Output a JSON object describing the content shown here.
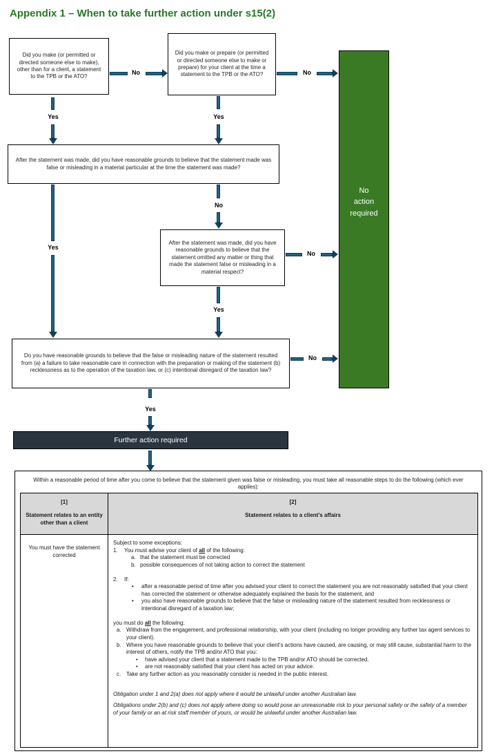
{
  "title": "Appendix 1 – When to take further action under s15(2)",
  "colors": {
    "title_green": "#267926",
    "no_action_green": "#3a7a24",
    "banner_dark": "#2b3540",
    "arrow_teal": "#246383",
    "arrow_dark": "#0f3a52",
    "header_grey": "#d8d8d8"
  },
  "glyphs": {
    "bullet": "•"
  },
  "flow": {
    "labels": {
      "yes": "Yes",
      "no": "No"
    },
    "q_make_other": "Did you make (or permitted or directed someone else to make), other than for a client, a statement to the TPB or the ATO?",
    "q_make_client": "Did you make or prepare (or permitted or directed someone else to make or prepare) for your client at the time a statement to the TPB or the ATO?",
    "q_false_misleading": "After the statement was made, did you have reasonable grounds to believe that the statement made was false or misleading in a material particular at the time the statement was made?",
    "q_omitted": "After the statement was made, did you have reasonable grounds to believe that the statement omitted any matter or thing that made the statement false or misleading in a material respect?",
    "q_resulted_from": "Do you have reasonable grounds to believe that the false or misleading nature of the statement resulted from (a) a failure to take reasonable care in connection with the preparation or making of the statement (b) recklessness as to the operation of the taxation law, or (c) intentional disregard of the taxation law?",
    "no_action": "No action required",
    "further_action": "Further action required"
  },
  "table": {
    "intro": "Within a reasonable period of time after you come to believe that the statement given was false or misleading, you must take all reasonable steps to do the following (which ever applies):",
    "col1": {
      "num": "[1]",
      "header": "Statement relates to an entity other than a client",
      "body": "You must have the statement corrected"
    },
    "col2": {
      "num": "[2]",
      "header": "Statement relates to a client's affairs",
      "intro": "Subject to some exceptions:",
      "item1": {
        "num": "1.",
        "pre": "You must advise your client of ",
        "emph": "all",
        "post": " of the following:"
      },
      "item1a": {
        "num": "a.",
        "text": "that the statement must be corrected"
      },
      "item1b": {
        "num": "b.",
        "text": "possible consequences of not taking action to correct the statement"
      },
      "item2": {
        "num": "2.",
        "text": "If:"
      },
      "bullet_a": "after a reasonable period of time after you advised your client to correct the statement you are not reasonably satisfied that your client has corrected the statement or otherwise adequately explained the basis for the statement, and",
      "bullet_b": "you also have reasonable grounds to believe that the false or misleading nature of the statement resulted from recklessness or intentional disregard of a taxation law;",
      "mustdo": {
        "pre": "you must do ",
        "emph": "all",
        "post": " the following:"
      },
      "itema": {
        "num": "a.",
        "text": "Withdraw from the engagement, and professional relationship, with your client (including no longer providing any further tax agent services to your client)."
      },
      "itemb": {
        "num": "b.",
        "text": "Where you have reasonable grounds to believe that your client's actions have caused, are causing, or may still cause, substantial harm to the interest of others, notify the TPB and/or ATO that you:"
      },
      "itemb_bullet_a": "have advised your client that a statement made to the TPB and/or ATO should be corrected.",
      "itemb_bullet_b": "are not reasonably satisfied that your client has acted on your advice.",
      "itemc": {
        "num": "c.",
        "text": "Take any further action as you reasonably consider is needed in the public interest."
      },
      "note1": "Obligation under 1 and 2(a) does not apply where it would be unlawful under another Australian law.",
      "note2": "Obligations under 2(b) and (c) does not apply where doing so would pose an unreasonable risk to your personal safety or the safety of a member of your family or an at risk staff member of yours, or would be unlawful under another Australian law."
    }
  }
}
